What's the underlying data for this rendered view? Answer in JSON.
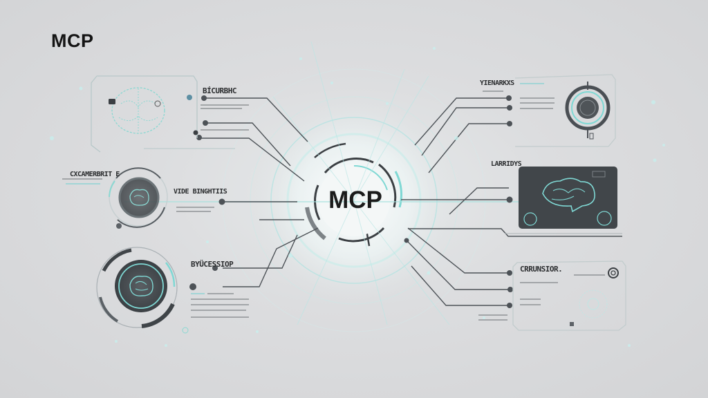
{
  "header": {
    "title": "MCP"
  },
  "hub": {
    "label": "MCP"
  },
  "colors": {
    "background": "#d6d7d9",
    "line": "#4d5257",
    "accent_teal": "#7fd8d4",
    "dark_panel": "#3f4448",
    "text": "#1b1b1b"
  },
  "panels": {
    "top_left": {
      "label_primary": "BÍCURBHC",
      "icon": "brain-circuit-icon"
    },
    "mid_left": {
      "label_left": "CXCAMERBRIT E",
      "label_right": "VIDE BINGHTIIS",
      "icon": "brain-in-ring-icon"
    },
    "bottom_left": {
      "label": "BYÜCESSIOP",
      "icon": "brain-in-dial-icon"
    },
    "top_right": {
      "label": "YIENARKXS",
      "icon": "target-dial-icon"
    },
    "mid_right": {
      "label": "LARRIDYS",
      "icon": "brain-monitor-icon"
    },
    "bottom_right": {
      "label": "CRRUNSIOR.",
      "icon": "target-badge-icon"
    }
  }
}
